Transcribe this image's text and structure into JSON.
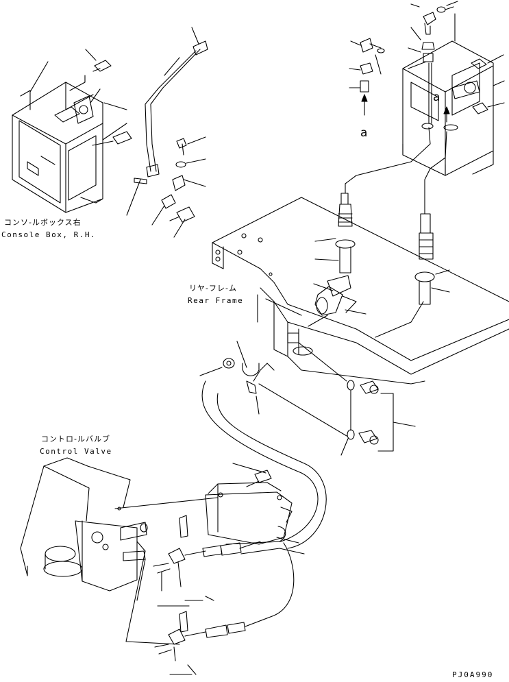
{
  "labels": {
    "console_box_jp": "コンソ-ルボックス右",
    "console_box_en": "Console Box, R.H.",
    "rear_frame_jp": "リヤ-フレ-ム",
    "rear_frame_en": "Rear Frame",
    "control_valve_jp": "コントロ-ルバルブ",
    "control_valve_en": "Control Valve",
    "view_arrow_left": "a",
    "view_arrow_right": "a",
    "drawing_code": "PJ0A990"
  }
}
